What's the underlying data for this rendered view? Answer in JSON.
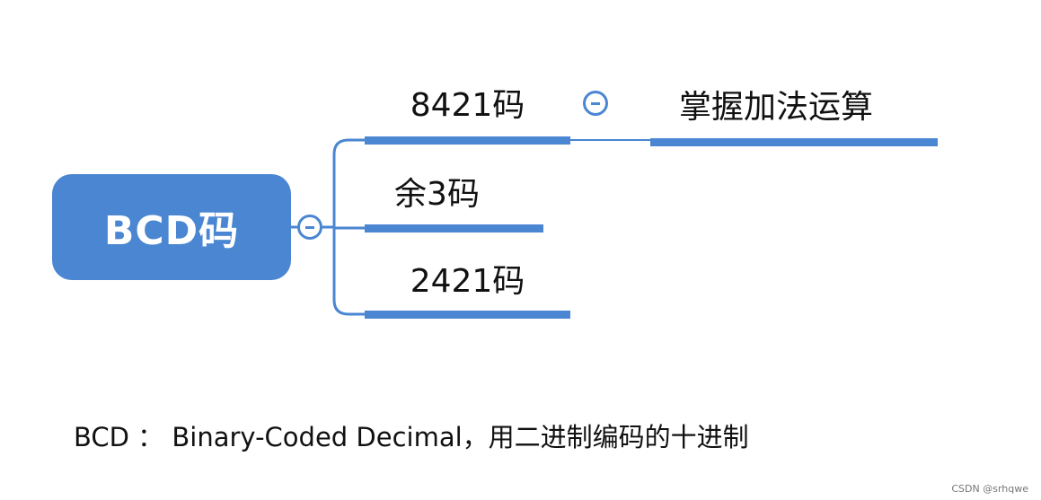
{
  "root": {
    "label": "BCD码"
  },
  "branches": [
    {
      "label": "8421码",
      "children": [
        {
          "label": "掌握加法运算"
        }
      ]
    },
    {
      "label": "余3码"
    },
    {
      "label": "2421码"
    }
  ],
  "caption": "BCD ： Binary-Coded Decimal，用二进制编码的十进制",
  "watermark": "CSDN @srhqwe",
  "colors": {
    "accent": "#4a86d1",
    "text": "#111111",
    "background": "#ffffff"
  },
  "icons": {
    "collapse": "minus-circle-icon"
  }
}
